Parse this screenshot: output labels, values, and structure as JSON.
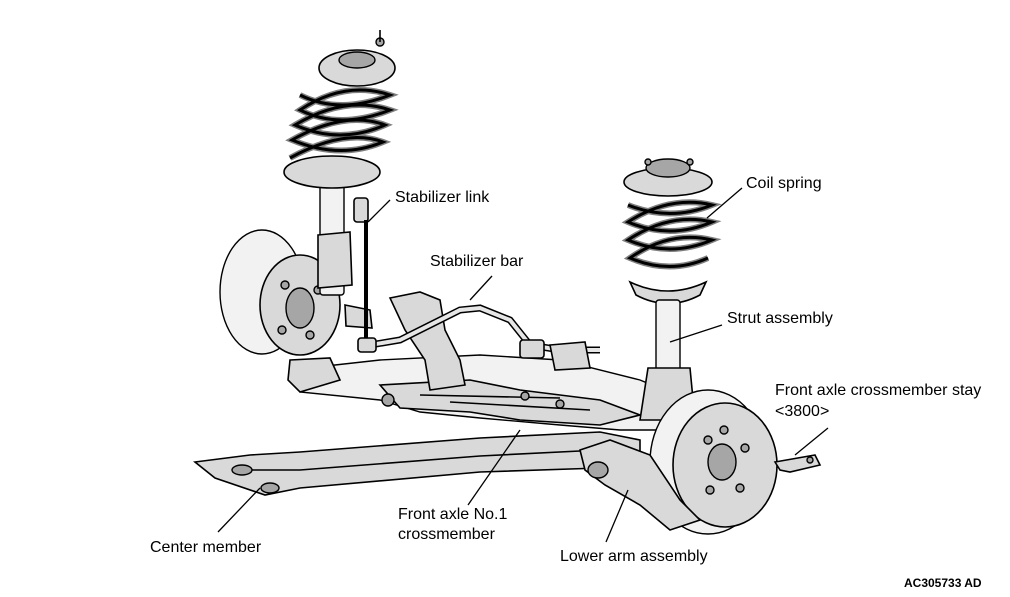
{
  "labels": {
    "stabilizer_link": "Stabilizer link",
    "stabilizer_bar": "Stabilizer bar",
    "coil_spring": "Coil spring",
    "strut_assembly": "Strut assembly",
    "crossmember_stay_line1": "Front axle crossmember stay",
    "crossmember_stay_line2": "<3800>",
    "center_member": "Center member",
    "no1_crossmember_line1": "Front axle No.1",
    "no1_crossmember_line2": "crossmember",
    "lower_arm": "Lower arm assembly"
  },
  "figure_code": "AC305733 AD"
}
